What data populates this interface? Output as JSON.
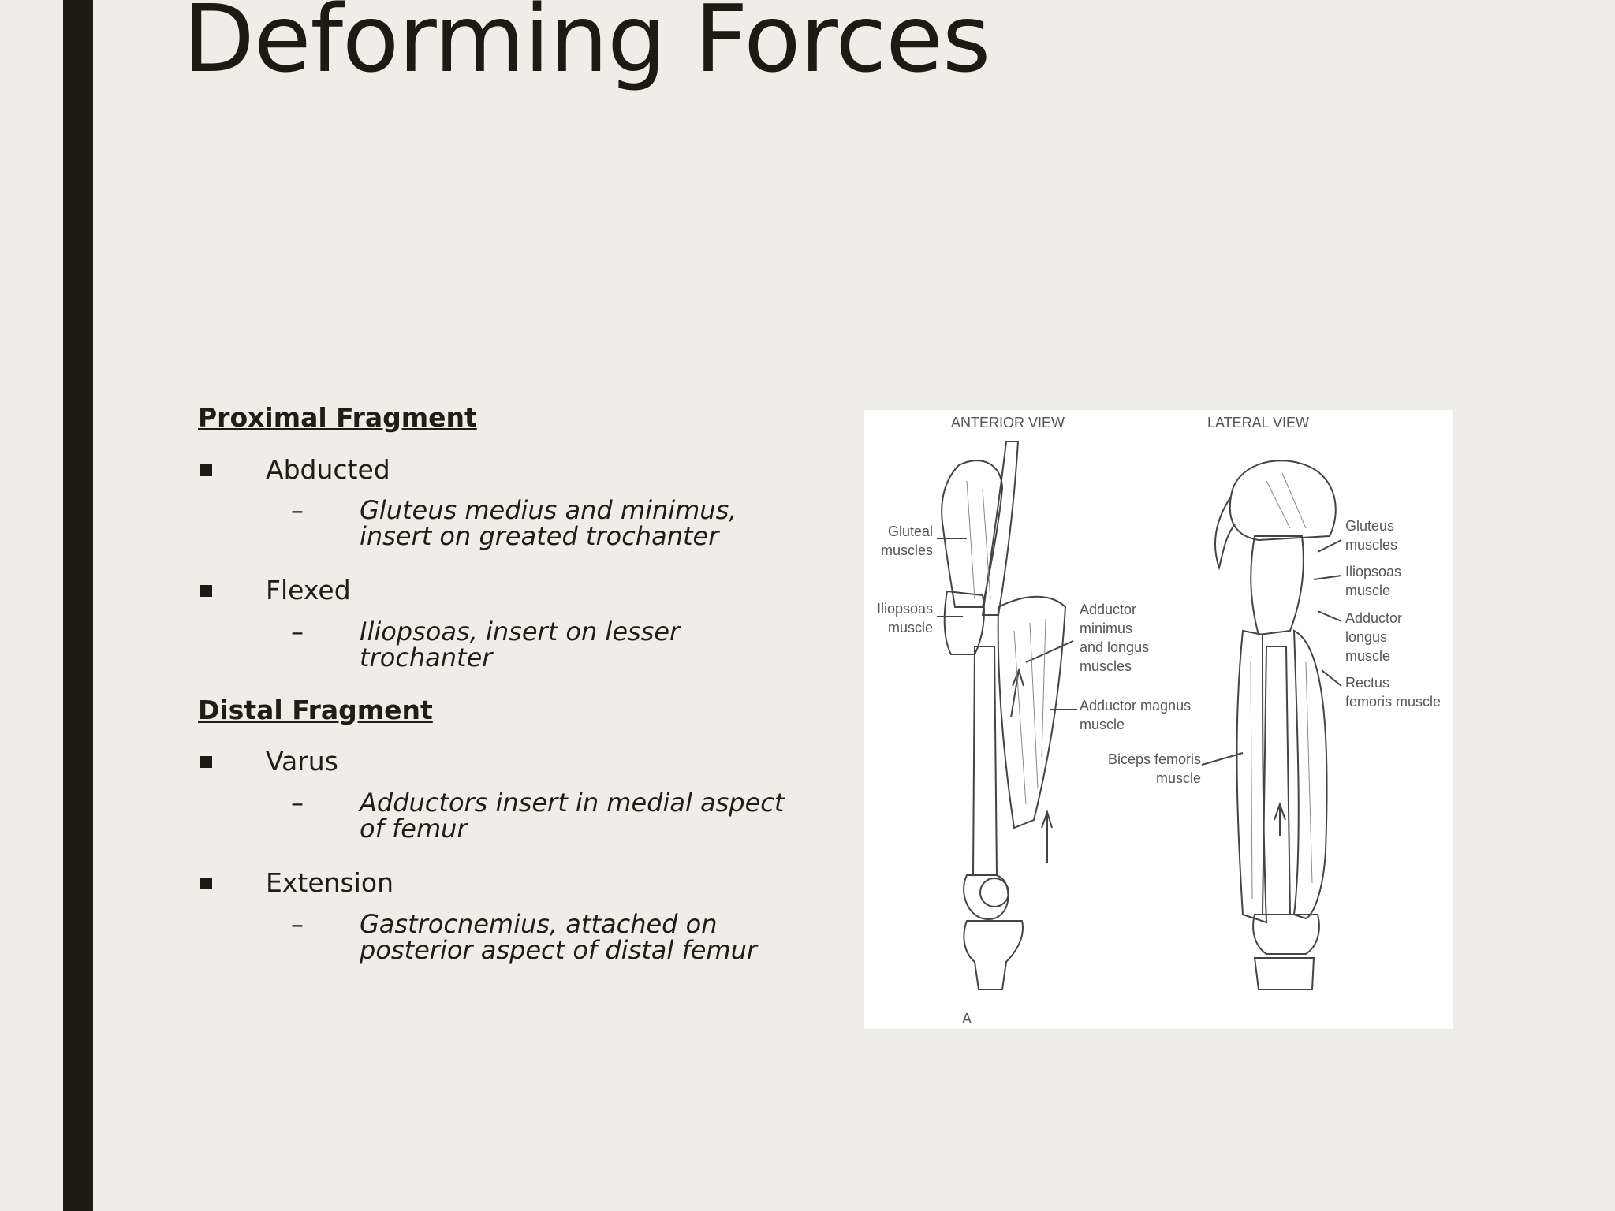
{
  "slide": {
    "title": "Deforming Forces"
  },
  "proximal": {
    "heading": "Proximal Fragment",
    "items": [
      {
        "label": "Abducted",
        "detail_line1": "Gluteus medius and minimus,",
        "detail_line2": "insert on greated trochanter"
      },
      {
        "label": "Flexed",
        "detail_line1": "Iliopsoas, insert on lesser",
        "detail_line2": "trochanter"
      }
    ]
  },
  "distal": {
    "heading": "Distal Fragment",
    "items": [
      {
        "label": "Varus",
        "detail_line1": "Adductors insert in medial aspect",
        "detail_line2": "of femur"
      },
      {
        "label": "Extension",
        "detail_line1": "Gastrocnemius, attached on",
        "detail_line2": "posterior aspect of distal femur"
      }
    ]
  },
  "figure": {
    "anterior_view": "ANTERIOR VIEW",
    "lateral_view": "LATERAL VIEW",
    "panel_letter": "A",
    "labels": {
      "gluteal_1": "Gluteal",
      "gluteal_2": "muscles",
      "iliopsoas_1": "Iliopsoas",
      "iliopsoas_2": "muscle",
      "add_min_1": "Adductor",
      "add_min_2": "minimus",
      "add_min_3": "and longus",
      "add_min_4": "muscles",
      "add_mag_1": "Adductor magnus",
      "add_mag_2": "muscle",
      "biceps_1": "Biceps femoris",
      "biceps_2": "muscle",
      "lat_gluteus_1": "Gluteus",
      "lat_gluteus_2": "muscles",
      "lat_iliopsoas_1": "Iliopsoas",
      "lat_iliopsoas_2": "muscle",
      "lat_adductor_1": "Adductor",
      "lat_adductor_2": "longus",
      "lat_adductor_3": "muscle",
      "lat_rectus_1": "Rectus",
      "lat_rectus_2": "femoris muscle"
    }
  },
  "dash": "–"
}
